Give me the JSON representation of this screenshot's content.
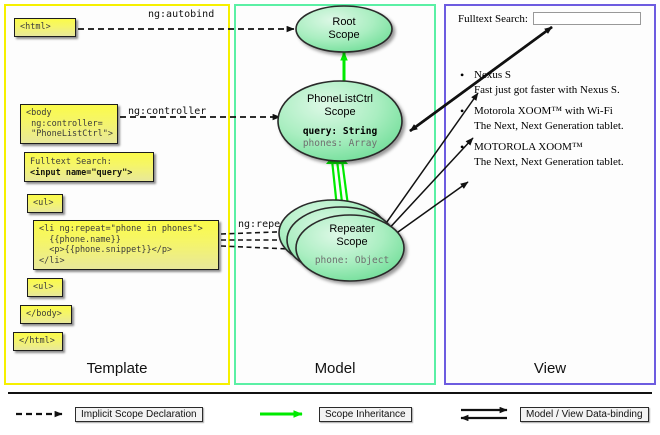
{
  "panels": {
    "template": {
      "label": "Template",
      "border_color": "#f6f000"
    },
    "model": {
      "label": "Model",
      "border_color": "#5bf0a5"
    },
    "view": {
      "label": "View",
      "border_color": "#6d5ce0"
    }
  },
  "template": {
    "boxes": [
      {
        "name": "html-open-box",
        "text": "<html>"
      },
      {
        "name": "body-controller-box",
        "text": "<body\n ng:controller=\n \"PhoneListCtrl\">"
      },
      {
        "name": "fulltext-search-box",
        "text": "Fulltext Search:",
        "text2": "<input name=\"query\">"
      },
      {
        "name": "ul-open-box",
        "text": "<ul>"
      },
      {
        "name": "li-repeat-box",
        "text": "<li ng:repeat=\"phone in phones\">\n  {{phone.name}}\n  <p>{{phone.snippet}}</p>\n</li>"
      },
      {
        "name": "ul-close-box",
        "text": "<ul>"
      },
      {
        "name": "body-close-box",
        "text": "</body>"
      },
      {
        "name": "html-close-box",
        "text": "</html>"
      }
    ]
  },
  "relations": {
    "autobind": "ng:autobind",
    "controller": "ng:controller",
    "repeat": "ng:repeat"
  },
  "model": {
    "scopes": [
      {
        "name": "root-scope",
        "title_line1": "Root",
        "title_line2": "Scope",
        "props": []
      },
      {
        "name": "phonelistctrl-scope",
        "title_line1": "PhoneListCtrl",
        "title_line2": "Scope",
        "props": [
          {
            "text": "query: String",
            "emphasis": "strong"
          },
          {
            "text": "phones: Array",
            "emphasis": "dim"
          }
        ]
      },
      {
        "name": "repeater-scope",
        "title_line1": "Repeater",
        "title_line2": "Scope",
        "props": [
          {
            "text": "phone: Object",
            "emphasis": "dim"
          }
        ]
      }
    ]
  },
  "view": {
    "search_label": "Fulltext Search:",
    "search_value": "",
    "search_placeholder": "",
    "phones": [
      {
        "name": "Nexus S",
        "snippet": "Fast just got faster with Nexus S."
      },
      {
        "name": "Motorola XOOM™  with Wi-Fi",
        "snippet": "The Next, Next Generation tablet."
      },
      {
        "name": "MOTOROLA XOOM™",
        "snippet": "The Next, Next Generation tablet."
      }
    ]
  },
  "legend": [
    {
      "name": "legend-implicit-scope",
      "label": "Implicit Scope Declaration",
      "style": "dashed-arrow",
      "color": "#111111"
    },
    {
      "name": "legend-scope-inherit",
      "label": "Scope Inheritance",
      "style": "green-arrow",
      "color": "#00ea00"
    },
    {
      "name": "legend-data-binding",
      "label": "Model / View Data-binding",
      "style": "double-arrow",
      "color": "#111111"
    }
  ]
}
